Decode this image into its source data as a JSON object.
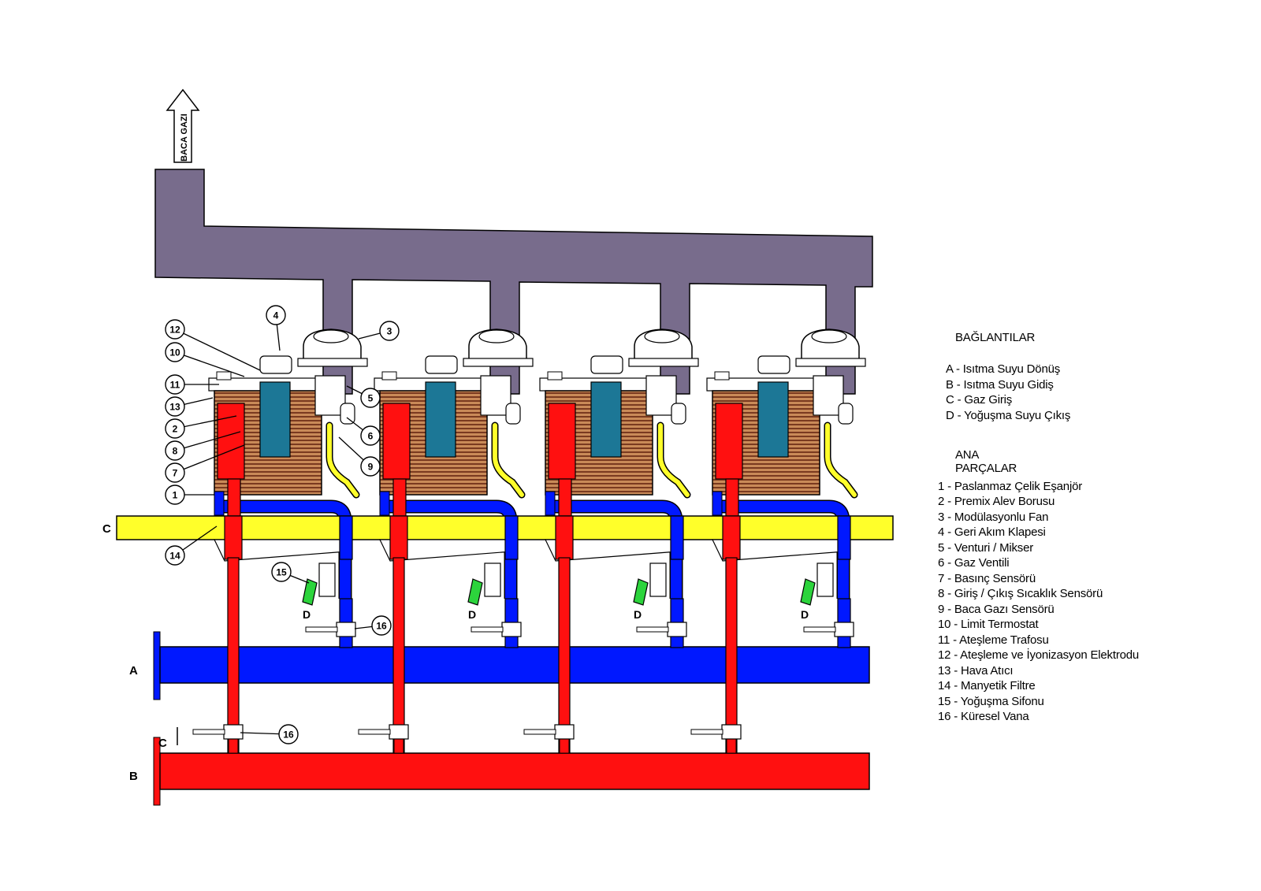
{
  "flue_arrow_label": "BACA GAZI",
  "header_labels": {
    "a": "A",
    "b": "B",
    "c": "C",
    "c_small": "C"
  },
  "drain_label": "D",
  "callouts": [
    "12",
    "10",
    "11",
    "13",
    "2",
    "8",
    "7",
    "1",
    "14",
    "4",
    "3",
    "5",
    "6",
    "9",
    "15",
    "16",
    "16"
  ],
  "colors": {
    "flue": "#786c8c",
    "cold_pipe": "#0018ff",
    "hot_pipe": "#ff1010",
    "gas": "#ffff2a",
    "exchanger": "#b26a3c",
    "burner": "#1c7796",
    "filter": "#2cd43c"
  },
  "legend": {
    "connections_title": "BAĞLANTILAR",
    "connections": [
      "A - Isıtma Suyu Dönüş",
      "B - Isıtma Suyu Gidiş",
      "C - Gaz Giriş",
      "D - Yoğuşma Suyu Çıkış"
    ],
    "parts_title": "ANA PARÇALAR",
    "parts": [
      "1 -   Paslanmaz Çelik Eşanjör",
      "2 -   Premix Alev Borusu",
      "3 -   Modülasyonlu Fan",
      "4 -   Geri Akım Klapesi",
      "5 -   Venturi / Mikser",
      "6 -   Gaz Ventili",
      "7 -   Basınç Sensörü",
      "8 -   Giriş / Çıkış Sıcaklık Sensörü",
      "9 -   Baca Gazı Sensörü",
      "10 - Limit Termostat",
      "11 - Ateşleme Trafosu",
      "12 - Ateşleme ve İyonizasyon Elektrodu",
      "13 - Hava Atıcı",
      "14 - Manyetik Filtre",
      "15 - Yoğuşma Sifonu",
      "16 - Küresel Vana"
    ]
  }
}
